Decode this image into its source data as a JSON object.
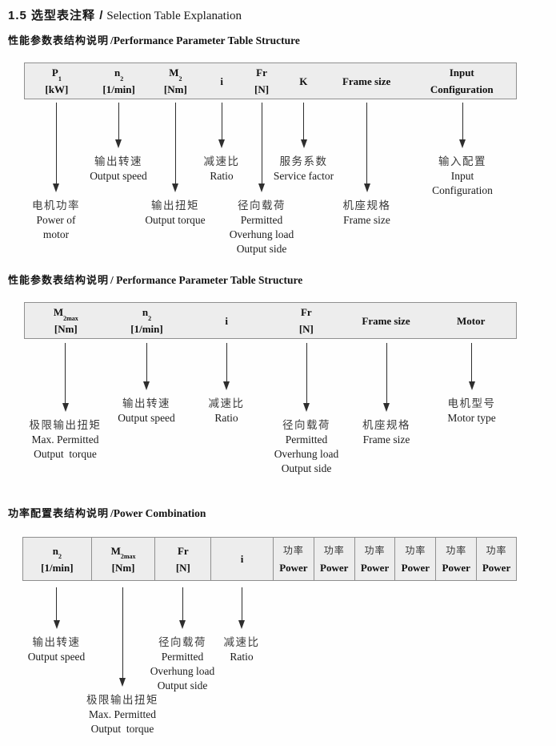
{
  "title": {
    "cn": "1.5 选型表注释 /",
    "en": "Selection Table Explanation"
  },
  "sections": [
    {
      "heading_cn": "性能参数表结构说明",
      "heading_en": "/Performance Parameter Table Structure",
      "columns": [
        {
          "line1": "P",
          "sub": "1",
          "line2": "[kW]",
          "callout": [
            "电机功率",
            "Power of",
            "motor"
          ]
        },
        {
          "line1": "n",
          "sub": "2",
          "line2": "[1/min]",
          "callout": [
            "输出转速",
            "Output speed"
          ]
        },
        {
          "line1": "M",
          "sub": "2",
          "line2": "[Nm]",
          "callout": [
            "输出扭矩",
            "Output torque"
          ]
        },
        {
          "line1": "i",
          "callout": [
            "减速比",
            "Ratio"
          ]
        },
        {
          "line1": "Fr",
          "line2": "[N]",
          "callout": [
            "径向载荷",
            "Permitted",
            "Overhung load",
            "Output side"
          ]
        },
        {
          "line1": "K",
          "callout": [
            "服务系数",
            "Service factor"
          ]
        },
        {
          "line1": "Frame size",
          "callout": [
            "机座规格",
            "Frame size"
          ]
        },
        {
          "line1": "Input",
          "line2": "Configuration",
          "callout": [
            "输入配置",
            "Input",
            "Configuration"
          ]
        }
      ]
    },
    {
      "heading_cn": "性能参数表结构说明",
      "heading_en": "/ Performance Parameter Table Structure",
      "columns": [
        {
          "line1": "M",
          "sub": "2max",
          "line2": "[Nm]",
          "callout": [
            "极限输出扭矩",
            "Max. Permitted",
            "Output  torque"
          ]
        },
        {
          "line1": "n",
          "sub": "2",
          "line2": "[1/min]",
          "callout": [
            "输出转速",
            "Output speed"
          ]
        },
        {
          "line1": "i",
          "callout": [
            "减速比",
            "Ratio"
          ]
        },
        {
          "line1": "Fr",
          "line2": "[N]",
          "callout": [
            "径向载荷",
            "Permitted",
            "Overhung load",
            "Output side"
          ]
        },
        {
          "line1": "Frame size",
          "callout": [
            "机座规格",
            "Frame size"
          ]
        },
        {
          "line1": "Motor",
          "callout": [
            "电机型号",
            "Motor type"
          ]
        }
      ]
    },
    {
      "heading_cn": "功率配置表结构说明",
      "heading_en": "/Power Combination",
      "columns": [
        {
          "line1": "n",
          "sub": "2",
          "line2": "[1/min]",
          "callout": [
            "输出转速",
            "Output speed"
          ]
        },
        {
          "line1": "M",
          "sub": "2max",
          "line2": "[Nm]",
          "callout": [
            "极限输出扭矩",
            "Max. Permitted",
            "Output  torque"
          ]
        },
        {
          "line1": "Fr",
          "line2": "[N]",
          "callout": [
            "径向载荷",
            "Permitted",
            "Overhung load",
            "Output side"
          ]
        },
        {
          "line1": "i",
          "callout": [
            "减速比",
            "Ratio"
          ]
        },
        {
          "line1": "功率",
          "line2": "Power",
          "cjk": true
        },
        {
          "line1": "功率",
          "line2": "Power",
          "cjk": true
        },
        {
          "line1": "功率",
          "line2": "Power",
          "cjk": true
        },
        {
          "line1": "功率",
          "line2": "Power",
          "cjk": true
        },
        {
          "line1": "功率",
          "line2": "Power",
          "cjk": true
        },
        {
          "line1": "功率",
          "line2": "Power",
          "cjk": true
        }
      ]
    }
  ]
}
